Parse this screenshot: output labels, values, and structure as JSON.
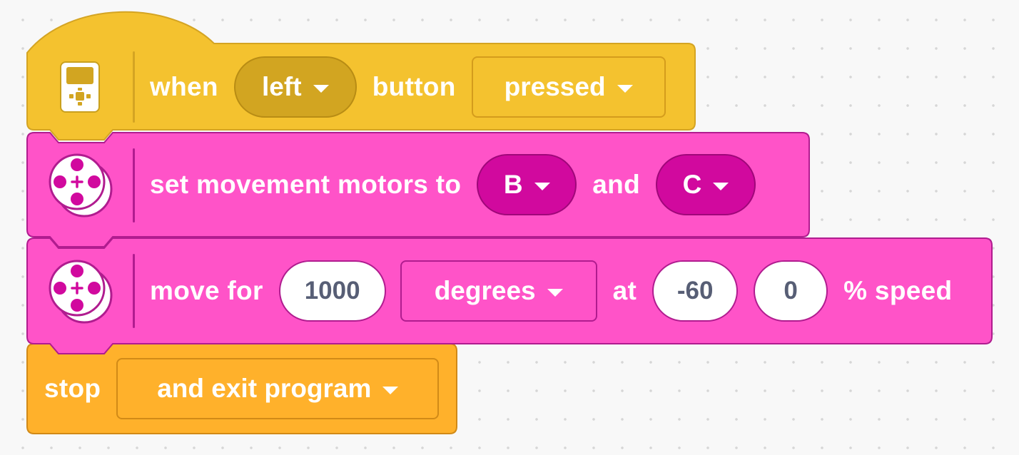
{
  "colors": {
    "event": "#f4c22f",
    "event_border": "#d4a423",
    "event_dropdown": "#d2a521",
    "motion": "#ff53c8",
    "motion_border": "#b01c8f",
    "motion_dropdown": "#d1099e",
    "control": "#ffb12b",
    "control_border": "#d18a17",
    "input_text": "#575e75"
  },
  "when_block": {
    "icon": "ev3-brick-icon",
    "when_label": "when",
    "button_selector": "left",
    "button_label": "button",
    "action_selector": "pressed"
  },
  "set_motors_block": {
    "icon": "motor-pair-icon",
    "label": "set movement motors to",
    "motor_1": "B",
    "and_label": "and",
    "motor_2": "C"
  },
  "move_block": {
    "icon": "motor-pair-icon",
    "label": "move for",
    "amount": "1000",
    "unit": "degrees",
    "at_label": "at",
    "steering": "-60",
    "speed": "0",
    "speed_label": "% speed"
  },
  "stop_block": {
    "label": "stop",
    "option": "and exit program"
  }
}
